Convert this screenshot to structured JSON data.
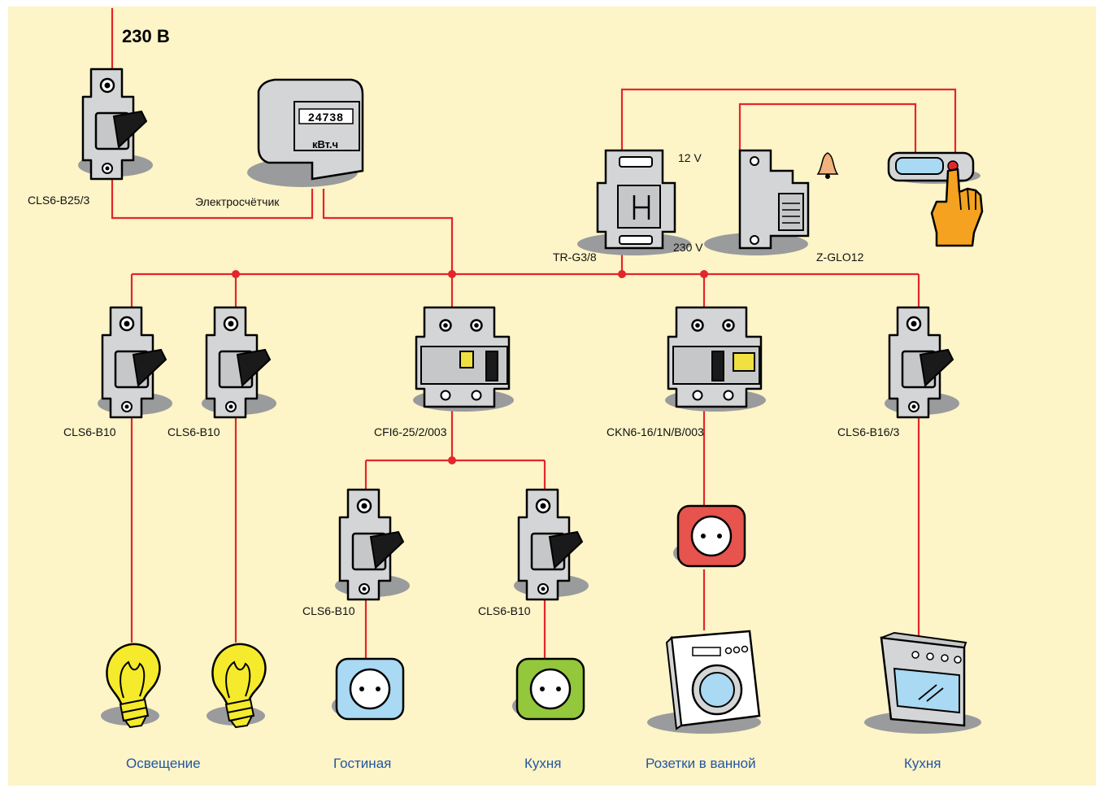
{
  "supply": {
    "voltage_label": "230 В"
  },
  "meter": {
    "digits": "24738",
    "unit": "кВт.ч",
    "label": "Электросчётчик"
  },
  "main_breaker": {
    "label": "CLS6-B25/3"
  },
  "transformer": {
    "label": "TR-G3/8",
    "out_voltage": "12 V",
    "in_voltage": "230 V"
  },
  "bell_unit": {
    "label": "Z-GLO12"
  },
  "branches": [
    {
      "breaker": "CLS6-B10",
      "load": "Освещение"
    },
    {
      "breaker": "CLS6-B10",
      "load": ""
    },
    {
      "breaker": "CFI6-25/2/003",
      "load": ""
    },
    {
      "breaker": "CKN6-16/1N/B/003",
      "load": "Розетки в ванной"
    },
    {
      "breaker": "CLS6-B16/3",
      "load": "Кухня"
    }
  ],
  "sub_branches": [
    {
      "breaker": "CLS6-B10",
      "load": "Гостиная"
    },
    {
      "breaker": "CLS6-B10",
      "load": "Кухня"
    }
  ],
  "colors": {
    "background": "#fdf4c7",
    "wire": "#e3262b",
    "device_body": "#d4d5d6",
    "shadow": "#9a9b9d",
    "caption": "#2156a5",
    "bulb": "#f5ea2b",
    "socket_blue": "#a9d9f3",
    "socket_green": "#93c73c",
    "socket_red": "#e7534d",
    "hand": "#f4a21f"
  }
}
